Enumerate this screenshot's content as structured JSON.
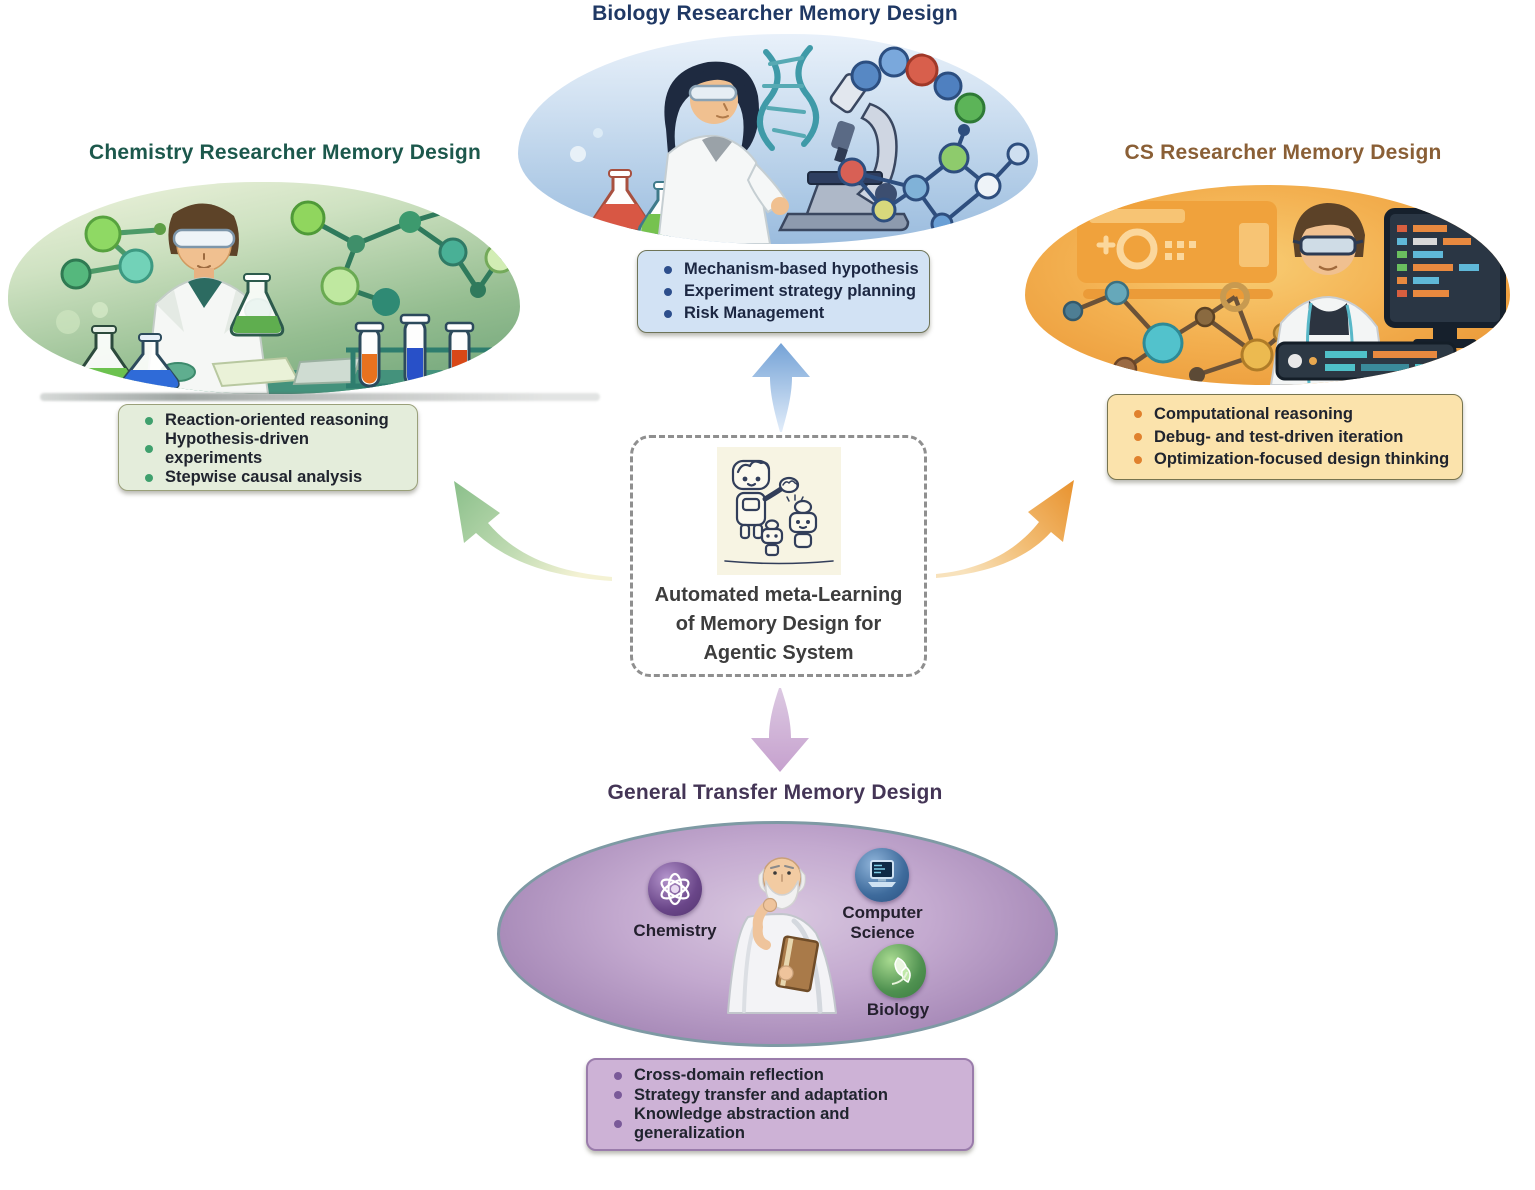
{
  "biology": {
    "title": "Biology Researcher Memory Design",
    "bullets": [
      "Mechanism-based hypothesis",
      "Experiment strategy planning",
      "Risk Management"
    ]
  },
  "chemistry": {
    "title": "Chemistry Researcher Memory Design",
    "bullets": [
      "Reaction-oriented reasoning",
      "Hypothesis-driven experiments",
      "Stepwise causal analysis"
    ]
  },
  "cs": {
    "title": "CS Researcher Memory Design",
    "bullets": [
      "Computational reasoning",
      "Debug- and test-driven iteration",
      "Optimization-focused design thinking"
    ]
  },
  "general": {
    "title": "General Transfer Memory Design",
    "bullets": [
      "Cross-domain reflection",
      "Strategy transfer and adaptation",
      "Knowledge abstraction and generalization"
    ],
    "icon_labels": {
      "chemistry": "Chemistry",
      "computer_science": "Computer Science",
      "biology": "Biology"
    }
  },
  "center": {
    "lines": [
      "Automated meta-Learning",
      "of Memory Design for",
      "Agentic System"
    ]
  },
  "icons": {
    "chemistry_badge": "atom-icon",
    "computer_science_badge": "laptop-icon",
    "biology_badge": "leaf-icon"
  },
  "colors": {
    "biology_accent": "#1f3864",
    "chemistry_accent": "#1c584c",
    "cs_accent": "#8a5f36",
    "general_accent": "#443556",
    "biology_box_bg": "#d2e2f4",
    "chemistry_box_bg": "#e4eddb",
    "cs_box_bg": "#fbe3ac",
    "general_box_bg": "#cdb2d6"
  }
}
